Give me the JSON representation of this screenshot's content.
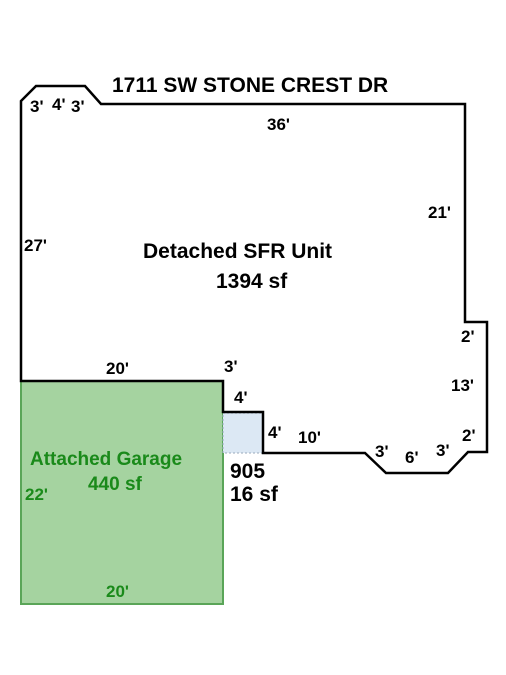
{
  "colors": {
    "outline": "#000000",
    "garage_fill": "#a5d3a0",
    "garage_stroke": "#5aa558",
    "garage_text": "#1a8a1a",
    "small_area_fill": "#dce8f4",
    "background": "#ffffff"
  },
  "title": "1711 SW STONE CREST DR",
  "main_unit": {
    "name": "Detached SFR Unit",
    "area": "1394 sf"
  },
  "garage": {
    "name": "Attached Garage",
    "area": "440 sf",
    "dim_left": "22'",
    "dim_bottom": "20'"
  },
  "small_area": {
    "code": "905",
    "area": "16 sf"
  },
  "dimensions": {
    "top_corner_left": "3'",
    "top_corner_mid": "4'",
    "top_corner_right": "3'",
    "top": "36'",
    "right_upper": "21'",
    "left": "27'",
    "right_step": "2'",
    "right_lower": "13'",
    "right_bottom_corner": "2'",
    "bottom_corner_right": "3'",
    "bottom_mid": "6'",
    "bottom_corner_left": "3'",
    "bottom_run": "10'",
    "step_vertical": "4'",
    "step_horizontal": "4'",
    "inner_3": "3'",
    "garage_top": "20'"
  }
}
